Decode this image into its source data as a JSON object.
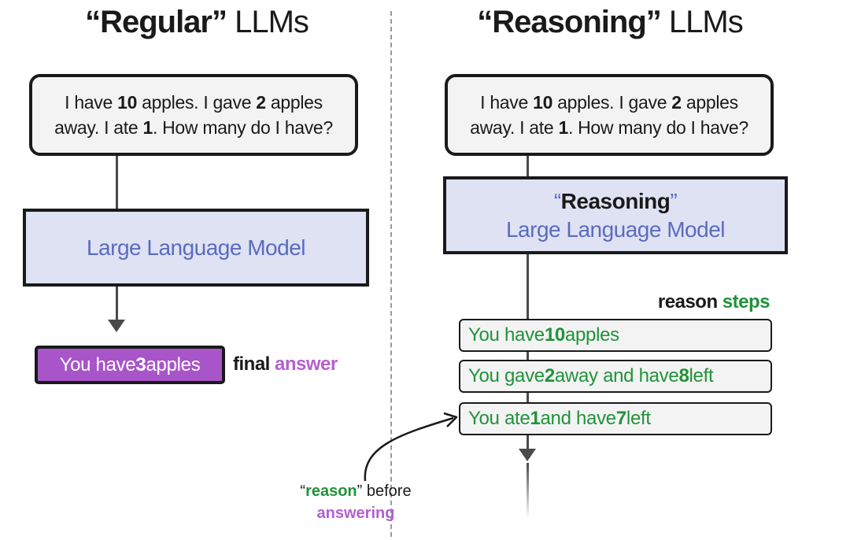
{
  "left": {
    "heading_bold": "“Regular”",
    "heading_rest": " LLMs",
    "prompt": {
      "p1": "I have ",
      "n1": "10",
      "p2": " apples. I gave ",
      "n2": "2",
      "p3": " apples",
      "p4": "away. I ate ",
      "n3": "1",
      "p5": ". How many do I have?"
    },
    "model_label": "Large Language Model",
    "answer": {
      "pre": "You have ",
      "num": "3",
      "post": " apples"
    },
    "final_label": {
      "word1": "final ",
      "word2": "answer"
    }
  },
  "right": {
    "heading_bold": "“Reasoning”",
    "heading_rest": " LLMs",
    "prompt": {
      "p1": "I have ",
      "n1": "10",
      "p2": " apples. I gave ",
      "n2": "2",
      "p3": " apples",
      "p4": "away. I ate ",
      "n3": "1",
      "p5": ". How many do I have?"
    },
    "model_title": {
      "q_open": "“",
      "word": "Reasoning",
      "q_close": "”"
    },
    "model_label": "Large Language Model",
    "steps_label": {
      "word1": "reason ",
      "word2": "steps"
    },
    "steps": [
      {
        "pre": "You have ",
        "n1": "10",
        "mid": " apples",
        "n2": "",
        "post": ""
      },
      {
        "pre": "You gave ",
        "n1": "2",
        "mid": " away and have ",
        "n2": "8",
        "post": " left"
      },
      {
        "pre": "You ate ",
        "n1": "1",
        "mid": " and have ",
        "n2": "7",
        "post": " left"
      }
    ]
  },
  "note": {
    "q_open": "“",
    "word_green": "reason",
    "q_close": "” before",
    "word_purple": "answering"
  },
  "colors": {
    "model_text": "#5a6bbf",
    "model_fill": "#dfe2f3",
    "answer_fill": "#a855c9",
    "green": "#21923a",
    "purple": "#b260d0"
  }
}
